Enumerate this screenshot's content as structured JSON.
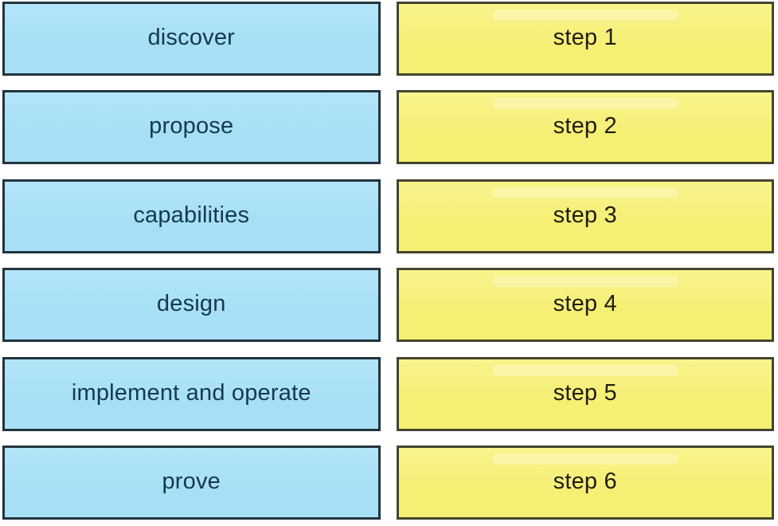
{
  "exercise": {
    "kind": "drag-and-drop-ordering",
    "left_column_role": "draggable options",
    "right_column_role": "step slots"
  },
  "rows": [
    {
      "option": "discover",
      "step": "step 1"
    },
    {
      "option": "propose",
      "step": "step 2"
    },
    {
      "option": "capabilities",
      "step": "step 3"
    },
    {
      "option": "design",
      "step": "step 4"
    },
    {
      "option": "implement and operate",
      "step": "step 5"
    },
    {
      "option": "prove",
      "step": "step 6"
    }
  ],
  "colors": {
    "background": "#ffffff",
    "blue_fill": "#a7e0f6",
    "blue_fill_top": "#b3e5f8",
    "blue_border": "#22343f",
    "blue_text": "#16394e",
    "yellow_fill": "#f5ef74",
    "yellow_fill_top": "#f9f48c",
    "yellow_border": "#45452e",
    "yellow_text": "#1e1e10"
  }
}
